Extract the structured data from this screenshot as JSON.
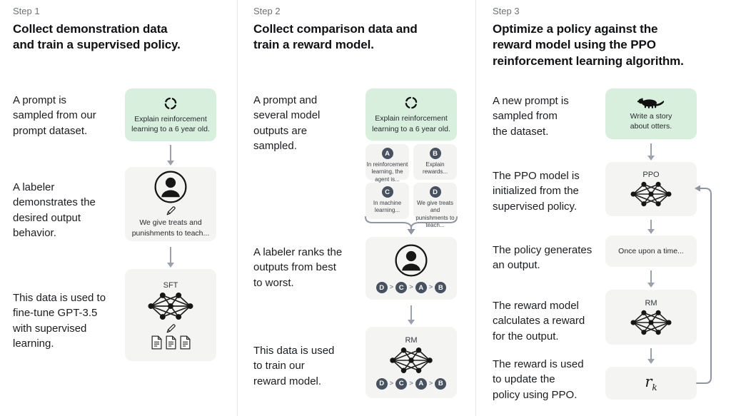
{
  "palette": {
    "green_box": "#d9efdd",
    "gray_box": "#f4f4f2",
    "badge_dark": "#47515f",
    "arrow_gray": "#9ba1ab",
    "divider": "#e6e6e6"
  },
  "icons": {
    "prompt_sample": "refresh-cycle-icon",
    "labeler": "person-icon",
    "write": "pencil-icon",
    "documents": "documents-icon",
    "network": "neural-network-icon",
    "otter": "otter-icon"
  },
  "step1": {
    "label": "Step 1",
    "title": "Collect demonstration data\nand train a supervised policy.",
    "caption_prompt": "A prompt is\nsampled from our\nprompt dataset.",
    "caption_labeler": "A labeler\ndemonstrates the\ndesired output\nbehavior.",
    "caption_finetune": "This data is used to\nfine-tune GPT-3.5\nwith supervised\nlearning.",
    "prompt_box": "Explain reinforcement\nlearning to a 6 year old.",
    "demo_text": "We give treats and\npunishments to teach...",
    "model_label": "SFT"
  },
  "step2": {
    "label": "Step 2",
    "title": "Collect comparison data and\ntrain a reward model.",
    "caption_sampled": "A prompt and\nseveral model\noutputs are\nsampled.",
    "caption_ranks": "A labeler ranks the\noutputs from best\nto worst.",
    "caption_train": "This data is used\nto train our\nreward model.",
    "prompt_box": "Explain reinforcement\nlearning to a 6 year old.",
    "outputs": [
      {
        "id": "A",
        "text": "In reinforcement\nlearning, the\nagent is..."
      },
      {
        "id": "B",
        "text": "Explain rewards..."
      },
      {
        "id": "C",
        "text": "In machine\nlearning..."
      },
      {
        "id": "D",
        "text": "We give treats and\npunishments to\nteach..."
      }
    ],
    "ranking": [
      "D",
      "C",
      "A",
      "B"
    ],
    "rank_sep": ">",
    "model_label": "RM"
  },
  "step3": {
    "label": "Step 3",
    "title": "Optimize a policy against the\nreward model using the PPO\nreinforcement learning algorithm.",
    "caption_new_prompt": "A new prompt is\nsampled from\nthe dataset.",
    "caption_init": "The PPO model is\ninitialized from the\nsupervised policy.",
    "caption_output": "The policy generates\nan output.",
    "caption_reward": "The reward model\ncalculates a reward\nfor the output.",
    "caption_update": "The reward is used\nto update the\npolicy using PPO.",
    "prompt_box": "Write a story\nabout otters.",
    "ppo_label": "PPO",
    "output_box": "Once upon a time...",
    "rm_label": "RM",
    "reward_symbol": "r",
    "reward_subscript": "k"
  }
}
